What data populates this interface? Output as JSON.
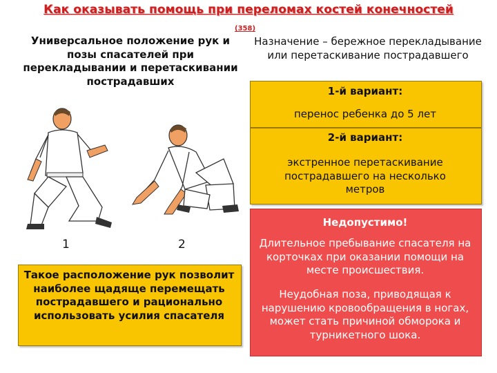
{
  "slide": {
    "title": "Как оказывать помощь при переломах костей конечностей",
    "number": "(358)"
  },
  "left": {
    "heading": "Универсальное положение рук и позы спасателей при перекладывании и перетаскивании пострадавших",
    "figure_labels": [
      "1",
      "2"
    ],
    "note": "Такое расположение рук позволит наиболее щадяще перемещать пострадавшего и рационально использовать усилия спасателя"
  },
  "right": {
    "heading": "Назначение – бережное перекладывание или перетаскивание пострадавшего",
    "variant1": {
      "title": "1-й вариант:",
      "text": "перенос ребенка до 5 лет"
    },
    "variant2": {
      "title": "2-й вариант:",
      "text": "экстренное перетаскивание пострадавшего на несколько метров"
    },
    "warning": {
      "title": "Недопустимо!",
      "p1": "Длительное пребывание спасателя на корточках при оказании помощи на месте происшествия.",
      "p2": "Неудобная поза, приводящая к нарушению кровообращения в ногах, может стать причиной обморока и турникетного шока."
    }
  },
  "colors": {
    "title_red": "#cc1f1f",
    "box_yellow": "#f9c400",
    "box_red": "#ef4d4d",
    "skin": "#f0a063"
  },
  "icons": [
    "rescuer-kneeling-illustration",
    "rescuer-reaching-illustration"
  ]
}
